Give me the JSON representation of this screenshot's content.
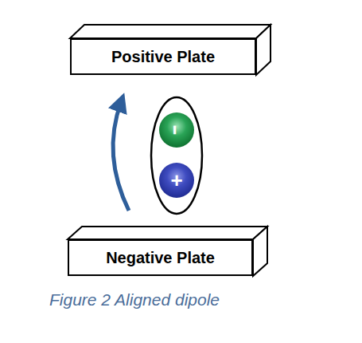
{
  "diagram": {
    "caption": "Figure 2 Aligned dipole",
    "nodes": [
      {
        "text": [
          "Positive Plate"
        ]
      },
      {
        "text": [
          "-"
        ]
      },
      {
        "text": [
          "+"
        ]
      },
      {
        "text": [
          "Negative Plate"
        ]
      }
    ]
  }
}
